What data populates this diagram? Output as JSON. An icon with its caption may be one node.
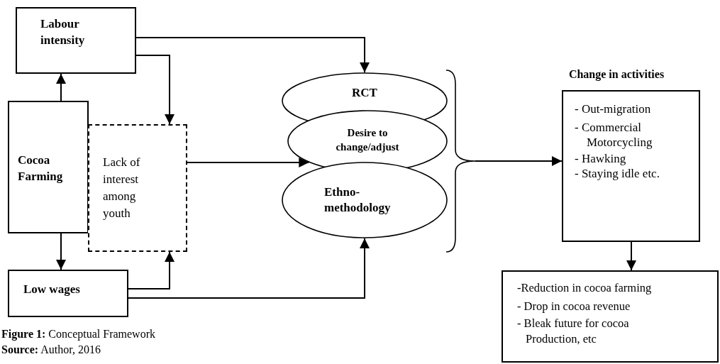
{
  "diagram": {
    "caption": "**Figure 1:** Conceptual Framework",
    "nodes": [
      {
        "text": [
          "Labour intensity"
        ]
      },
      {
        "text": [
          "Cocoa Farming"
        ]
      },
      {
        "text": [
          "Lack of interest among youth"
        ]
      },
      {
        "text": [
          "Low wages"
        ]
      },
      {
        "text": [
          "RCT"
        ]
      },
      {
        "text": [
          "Desire to change/adjust"
        ]
      },
      {
        "text": [
          "Ethno-methodology"
        ]
      },
      {
        "text": [],
        "shape": "bracket"
      },
      {
        "text": [
          "Change in activities",
          "- Out-migration",
          "- Commercial Motorcycling",
          "- Hawking",
          "- Staying idle etc."
        ]
      },
      {
        "text": [
          "-Reduction in cocoa farming",
          "- Drop in cocoa revenue",
          "- Bleak future for cocoa Production, etc"
        ]
      }
    ],
    "edges": [
      {
        "from": 1,
        "to": 0,
        "arrow": "to"
      },
      {
        "from": 0,
        "to": 4,
        "arrow": "to"
      },
      {
        "from": 0,
        "to": 2,
        "arrow": "to"
      },
      {
        "from": 1,
        "to": 3,
        "arrow": "to"
      },
      {
        "from": 3,
        "to": 2,
        "arrow": "to"
      },
      {
        "from": 3,
        "to": 6,
        "arrow": "to"
      },
      {
        "from": 2,
        "to": 5,
        "arrow": "to"
      },
      {
        "from": 7,
        "to": 8,
        "arrow": "to"
      },
      {
        "from": 8,
        "to": 9,
        "arrow": "to"
      }
    ],
    "labels": [
      "**Source:** Author, 2016"
    ]
  }
}
